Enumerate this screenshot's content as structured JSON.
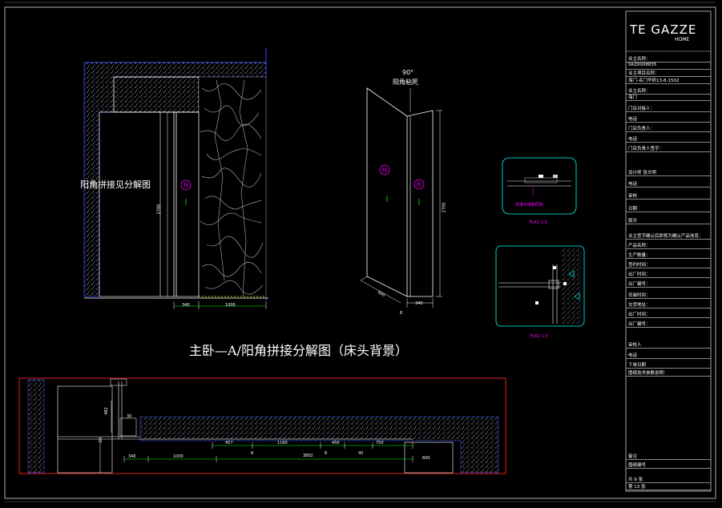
{
  "brand": {
    "logo_text": "TE GAZZE",
    "sub_text": "HOME"
  },
  "drawing": {
    "main_title": "主卧—A/阳角拼接分解图（床头背景）",
    "left_view_label": "阳角拼接见分解图",
    "corner_label_angle": "90°",
    "corner_label_text": "阳角粘死",
    "panel_marker": "⑮",
    "height_dim": "2700",
    "dims_elev": [
      "340",
      "1000"
    ],
    "dims_iso": [
      "680",
      "340",
      "8"
    ],
    "detail1_note": "拼接与墙板同色",
    "detail1_caption": "节点1 1:5",
    "detail2_caption": "节点2 1:5",
    "plan_dims": [
      "457",
      "1160",
      "3802",
      "456",
      "750",
      "340",
      "1000",
      "600",
      "8",
      "8",
      "30",
      "40",
      "482",
      "20"
    ]
  },
  "title_block": {
    "rows": [
      "业主名称：",
      "SKZ0008835",
      "业主项目名称：",
      "海门-名门华府13-8-1502",
      "业主名称：",
      "海门",
      "门店对接人：",
      "电话",
      "门店负责人：",
      "电话",
      "门店负责人签字：",
      "设计师    张文明",
      "电话",
      "审核",
      "日期",
      "版次",
      "业主签字确认后即视为确认产品信息：",
      "产品名称：",
      "生产数量：",
      "签约时间：",
      "出厂时间：",
      "出厂编号：",
      "安装时间：",
      "交货地址：",
      "出厂时间：",
      "出厂编号：",
      "审核人",
      "电话",
      "下单日期",
      "图纸技术参数说明：",
      "备注",
      "图纸编号",
      "共 9 张",
      "第 13 张"
    ]
  }
}
